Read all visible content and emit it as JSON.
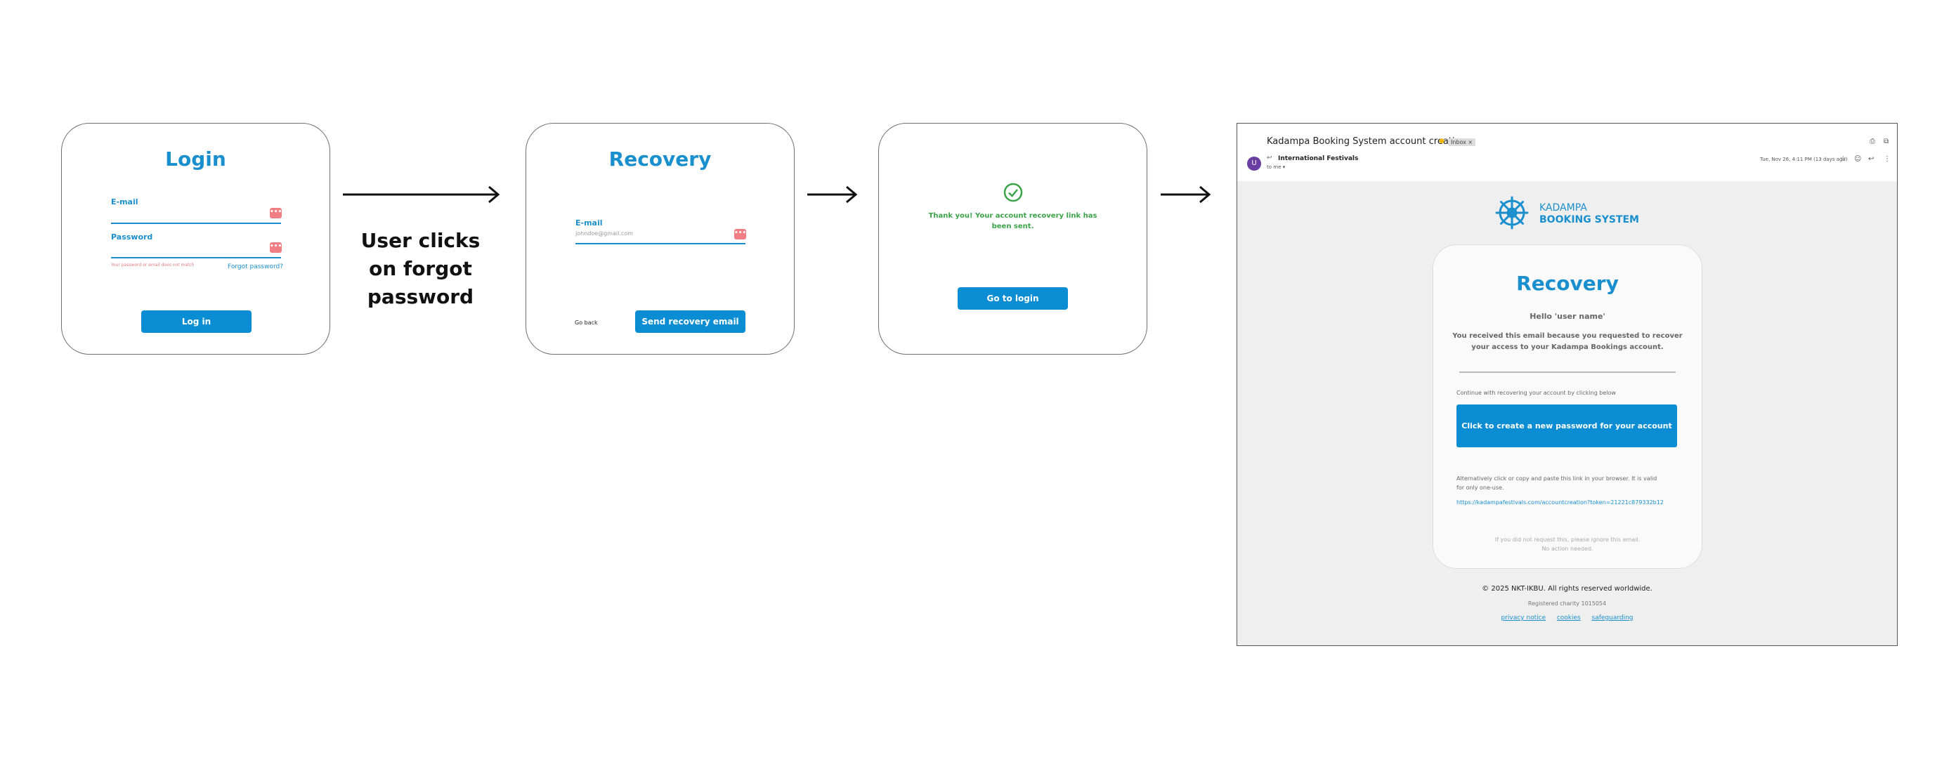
{
  "login": {
    "title": "Login",
    "email_label": "E-mail",
    "password_label": "Password",
    "error_text": "Your password or email does not match",
    "forgot_link": "Forgot password?",
    "login_button": "Log in"
  },
  "caption": {
    "line1": "User clicks",
    "line2": "on forgot",
    "line3": "password"
  },
  "recovery": {
    "title": "Recovery",
    "email_label": "E-mail",
    "email_placeholder": "johndoe@gmail.com",
    "back_button": "Go back",
    "send_button": "Send recovery email"
  },
  "confirm": {
    "message_line1": "Thank you! Your account recovery link has",
    "message_line2": "been sent.",
    "button": "Go to login"
  },
  "email": {
    "subject": "Kadampa Booking System account creation",
    "inbox_tag": "Inbox ×",
    "avatar_letter": "U",
    "sender": "International Festivals",
    "to": "to me ▾",
    "datetime": "Tue, Nov 26, 4:11 PM (13 days ago)",
    "brand_line1": "KADAMPA",
    "brand_line2": "BOOKING SYSTEM",
    "card_title": "Recovery",
    "greeting": "Hello 'user name'",
    "intro_line1": "You received this email because you requested to recover",
    "intro_line2": "your access to your  Kadampa Bookings account.",
    "continue_text": "Continue with recovering your account by clicking below",
    "cta_button": "Click to create a new password for your account",
    "alt_line1": "Alternatively click or copy and paste this link in your browser. It is valid",
    "alt_line2": "for only one-use.",
    "link": "https://kadampafestivals.com/accountcreation?token=21221c879332b12",
    "ignore_line1": "If you did not request this, please ignore this email.",
    "ignore_line2": "No action needed.",
    "copyright": "© 2025 NKT-IKBU. All rights reserved worldwide.",
    "charity": "Registered charity 1015054",
    "footer_links": [
      "privacy notice",
      "cookies",
      "safeguarding"
    ]
  },
  "colors": {
    "brand_blue": "#1a8fce",
    "button_blue": "#0a8dd2",
    "success_green": "#3ba349",
    "error_red": "#ef7f85"
  }
}
